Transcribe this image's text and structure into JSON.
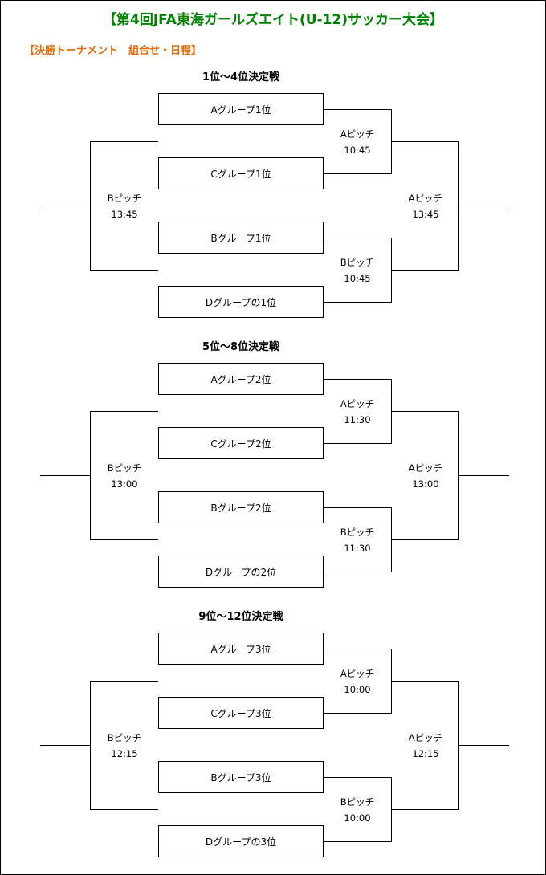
{
  "title": "【第4回JFA東海ガールズエイト(U-12)サッカー大会】",
  "subtitle": "【決勝トーナメント　組合せ・日程】",
  "sections": [
    {
      "title": "1位～4位決定戦",
      "teams": [
        "Aグループ1位",
        "Cグループ1位",
        "Bグループ1位",
        "Dグループの1位"
      ],
      "semi_top": {
        "pitch": "Aピッチ",
        "time": "10:45"
      },
      "semi_bottom": {
        "pitch": "Bピッチ",
        "time": "10:45"
      },
      "final_left": {
        "pitch": "Bピッチ",
        "time": "13:45"
      },
      "final_right": {
        "pitch": "Aピッチ",
        "time": "13:45"
      }
    },
    {
      "title": "5位～8位決定戦",
      "teams": [
        "Aグループ2位",
        "Cグループ2位",
        "Bグループ2位",
        "Dグループの2位"
      ],
      "semi_top": {
        "pitch": "Aピッチ",
        "time": "11:30"
      },
      "semi_bottom": {
        "pitch": "Bピッチ",
        "time": "11:30"
      },
      "final_left": {
        "pitch": "Bピッチ",
        "time": "13:00"
      },
      "final_right": {
        "pitch": "Aピッチ",
        "time": "13:00"
      }
    },
    {
      "title": "9位～12位決定戦",
      "teams": [
        "Aグループ3位",
        "Cグループ3位",
        "Bグループ3位",
        "Dグループの3位"
      ],
      "semi_top": {
        "pitch": "Aピッチ",
        "time": "10:00"
      },
      "semi_bottom": {
        "pitch": "Bピッチ",
        "time": "10:00"
      },
      "final_left": {
        "pitch": "Bピッチ",
        "time": "12:15"
      },
      "final_right": {
        "pitch": "Aピッチ",
        "time": "12:15"
      }
    }
  ]
}
